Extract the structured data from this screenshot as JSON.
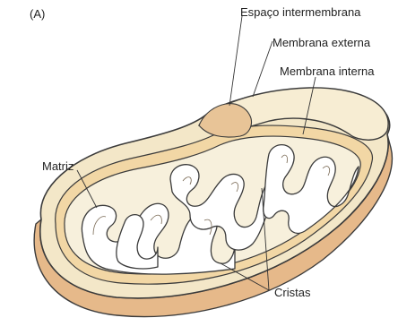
{
  "figure": {
    "panel_letter": "(A)",
    "labels": {
      "intermembrane_space": "Espaço intermembrana",
      "outer_membrane": "Membrana externa",
      "inner_membrane": "Membrana interna",
      "matrix": "Matriz",
      "cristae": "Cristas"
    }
  },
  "colors": {
    "outer_membrane_fill": "#f3e7c8",
    "side_wall": "#e6b98a",
    "intermembrane_fill": "#f2d7a5",
    "matrix_fill": "#f7f0dc",
    "outline": "#3b3b3b"
  }
}
